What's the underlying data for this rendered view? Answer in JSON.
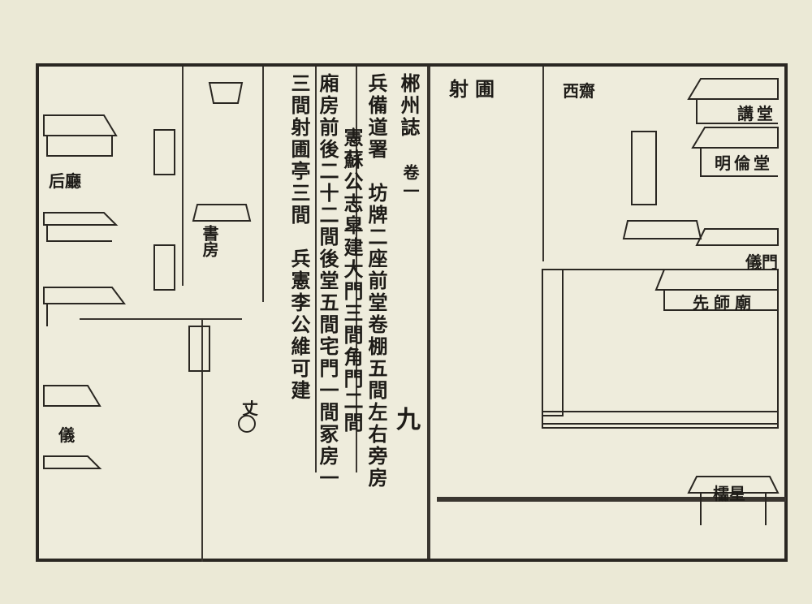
{
  "header": {
    "book_title": "郴州誌",
    "volume": "卷一",
    "figure_title": "射圃",
    "page_number": "九"
  },
  "text_columns": [
    "兵備道署　坊牌二座前堂卷棚五間左右旁房",
    "憲蘇公志皐建大門三間角門二間",
    "廂房前後二十二間後堂五間宅門一間冢房一",
    "三間射圃亭三間　兵憲李公維可建"
  ],
  "left_labels": {
    "rear_hall": "后廳",
    "study": "書房",
    "ceremonial_gate": "儀",
    "target": "丈"
  },
  "right_labels": {
    "lecture_hall": "講堂",
    "minglun_hall": "明倫堂",
    "west_study": "西齋",
    "gate": "儀門",
    "confucius_temple": "先師廟",
    "lingxing_gate": "櫺星"
  }
}
